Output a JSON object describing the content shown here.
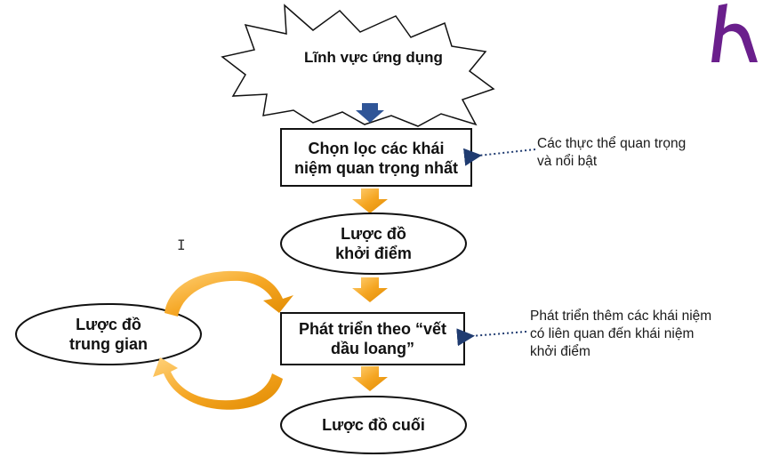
{
  "diagram": {
    "starburst_label": "Lĩnh vực ứng dụng",
    "select_box_line1": "Chọn lọc các khái",
    "select_box_line2": "niệm quan trọng nhất",
    "start_schema_line1": "Lược đồ",
    "start_schema_line2": "khởi điểm",
    "develop_box_line1": "Phát triển theo “vết",
    "develop_box_line2": "dầu loang”",
    "intermediate_line1": "Lược đồ",
    "intermediate_line2": "trung gian",
    "final_schema": "Lược đồ cuối"
  },
  "notes": {
    "entities_line1": "Các thực thể quan trọng",
    "entities_line2": "và nổi bật",
    "develop_line1": "Phát triển thêm các khái niệm",
    "develop_line2": "có liên quan đến khái niệm",
    "develop_line3": "khởi điểm"
  },
  "colors": {
    "orange_arrow": "#F5A623",
    "blue_arrow": "#2F5597",
    "dotted_arrow": "#1F3B70",
    "logo": "#6A1F8C"
  },
  "logo": {
    "icon": "h-logo-icon"
  }
}
